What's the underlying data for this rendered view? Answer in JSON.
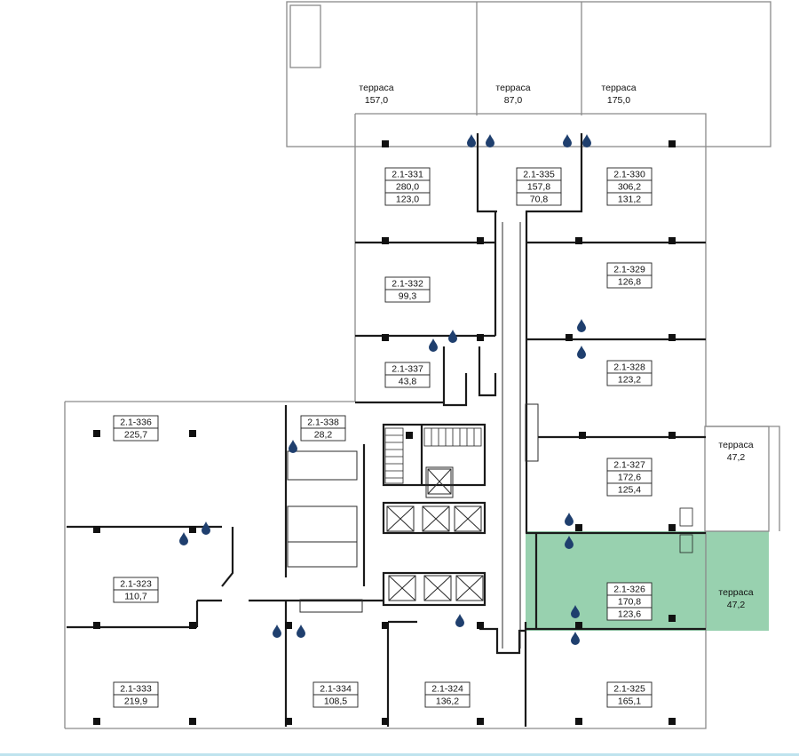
{
  "plan": {
    "highlight_unit": "2.1-326",
    "highlight_color": "#86c9a1",
    "units": [
      {
        "id": "331",
        "name": "2.1-331",
        "lines": [
          "280,0",
          "123,0"
        ]
      },
      {
        "id": "335",
        "name": "2.1-335",
        "lines": [
          "157,8",
          "70,8"
        ]
      },
      {
        "id": "330",
        "name": "2.1-330",
        "lines": [
          "306,2",
          "131,2"
        ]
      },
      {
        "id": "332",
        "name": "2.1-332",
        "lines": [
          "99,3"
        ]
      },
      {
        "id": "329",
        "name": "2.1-329",
        "lines": [
          "126,8"
        ]
      },
      {
        "id": "337",
        "name": "2.1-337",
        "lines": [
          "43,8"
        ]
      },
      {
        "id": "328",
        "name": "2.1-328",
        "lines": [
          "123,2"
        ]
      },
      {
        "id": "336",
        "name": "2.1-336",
        "lines": [
          "225,7"
        ]
      },
      {
        "id": "338",
        "name": "2.1-338",
        "lines": [
          "28,2"
        ]
      },
      {
        "id": "327",
        "name": "2.1-327",
        "lines": [
          "172,6",
          "125,4"
        ]
      },
      {
        "id": "323",
        "name": "2.1-323",
        "lines": [
          "110,7"
        ]
      },
      {
        "id": "326",
        "name": "2.1-326",
        "lines": [
          "170,8",
          "123,6"
        ]
      },
      {
        "id": "333",
        "name": "2.1-333",
        "lines": [
          "219,9"
        ]
      },
      {
        "id": "334",
        "name": "2.1-334",
        "lines": [
          "108,5"
        ]
      },
      {
        "id": "324",
        "name": "2.1-324",
        "lines": [
          "136,2"
        ]
      },
      {
        "id": "325",
        "name": "2.1-325",
        "lines": [
          "165,1"
        ]
      }
    ],
    "terraces": [
      {
        "id": "t1",
        "label": "терраса",
        "area": "157,0"
      },
      {
        "id": "t2",
        "label": "терраса",
        "area": "87,0"
      },
      {
        "id": "t3",
        "label": "терраса",
        "area": "175,0"
      },
      {
        "id": "t4",
        "label": "терраса",
        "area": "47,2"
      },
      {
        "id": "t5",
        "label": "терраса",
        "area": "47,2"
      }
    ]
  }
}
